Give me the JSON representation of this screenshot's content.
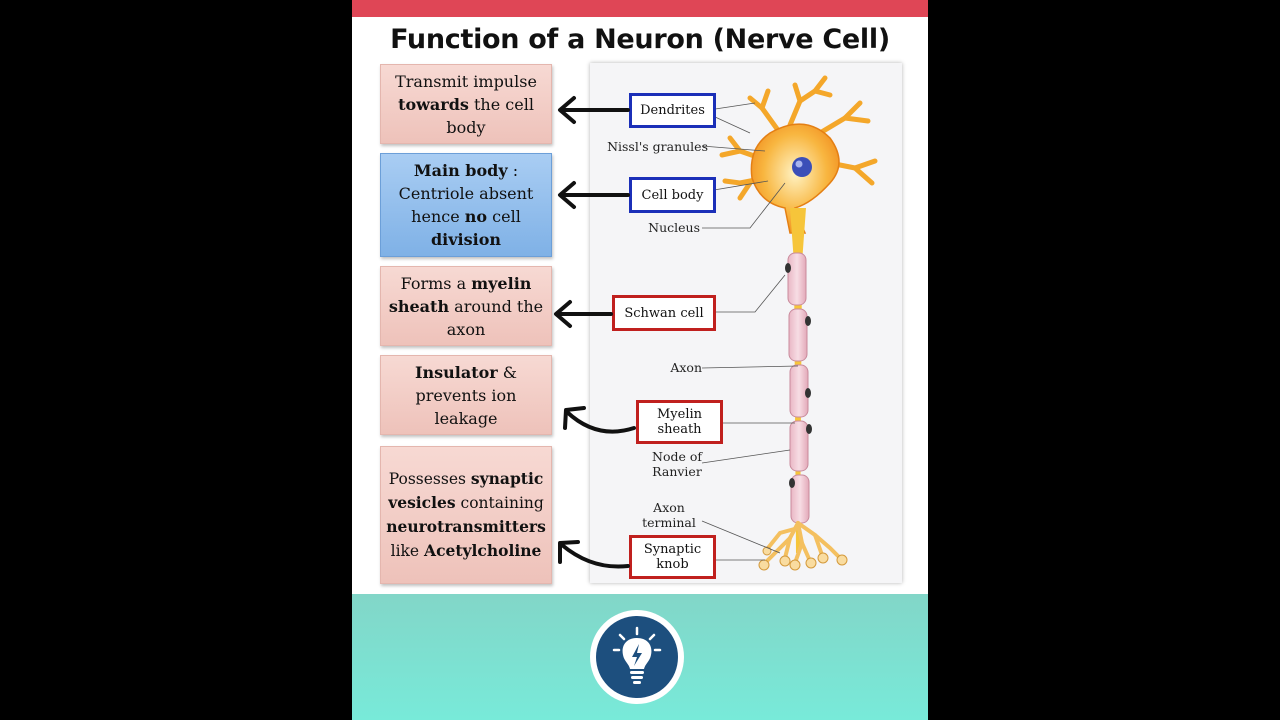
{
  "title": "Function of a Neuron (Nerve Cell)",
  "cards": [
    {
      "parts": [
        {
          "t": "Transmit impulse ",
          "b": false
        },
        {
          "t": "towards",
          "b": true
        },
        {
          "t": " the cell body",
          "b": false
        }
      ]
    },
    {
      "parts": [
        {
          "t": "Main body",
          "b": true
        },
        {
          "t": " : Centriole absent hence ",
          "b": false
        },
        {
          "t": "no",
          "b": true
        },
        {
          "t": " cell ",
          "b": false
        },
        {
          "t": "division",
          "b": true
        }
      ]
    },
    {
      "parts": [
        {
          "t": "Forms a ",
          "b": false
        },
        {
          "t": "myelin sheath",
          "b": true
        },
        {
          "t": " around the axon",
          "b": false
        }
      ]
    },
    {
      "parts": [
        {
          "t": "Insulator",
          "b": true
        },
        {
          "t": " & prevents ion leakage",
          "b": false
        }
      ]
    },
    {
      "parts": [
        {
          "t": "Possesses ",
          "b": false
        },
        {
          "t": "synaptic vesicles",
          "b": true
        },
        {
          "t": " containing ",
          "b": false
        },
        {
          "t": "neurotransmitters",
          "b": true
        },
        {
          "t": " like ",
          "b": false
        },
        {
          "t": "Acetylcholine",
          "b": true
        }
      ]
    }
  ],
  "boxes": {
    "dendrites": "Dendrites",
    "cell_body": "Cell body",
    "schwan_cell": "Schwan cell",
    "myelin_sheath": "Myelin sheath",
    "synaptic_knob": "Synaptic knob"
  },
  "labels": {
    "nissl": "Nissl's granules",
    "nucleus": "Nucleus",
    "axon": "Axon",
    "node": "Node of Ranvier",
    "axon_terminal": "Axon terminal"
  },
  "colors": {
    "top_bar": "#df4656",
    "card_pink": "#f2cbc4",
    "card_blue": "#8fbdec",
    "box_blue": "#1b2fb8",
    "box_red": "#c0201e",
    "bottom_band": "#7fe0d0",
    "logo": "#1d4f7e"
  },
  "icons": [
    "arrow-left-icon",
    "curved-arrow-icon",
    "lightbulb-icon"
  ]
}
